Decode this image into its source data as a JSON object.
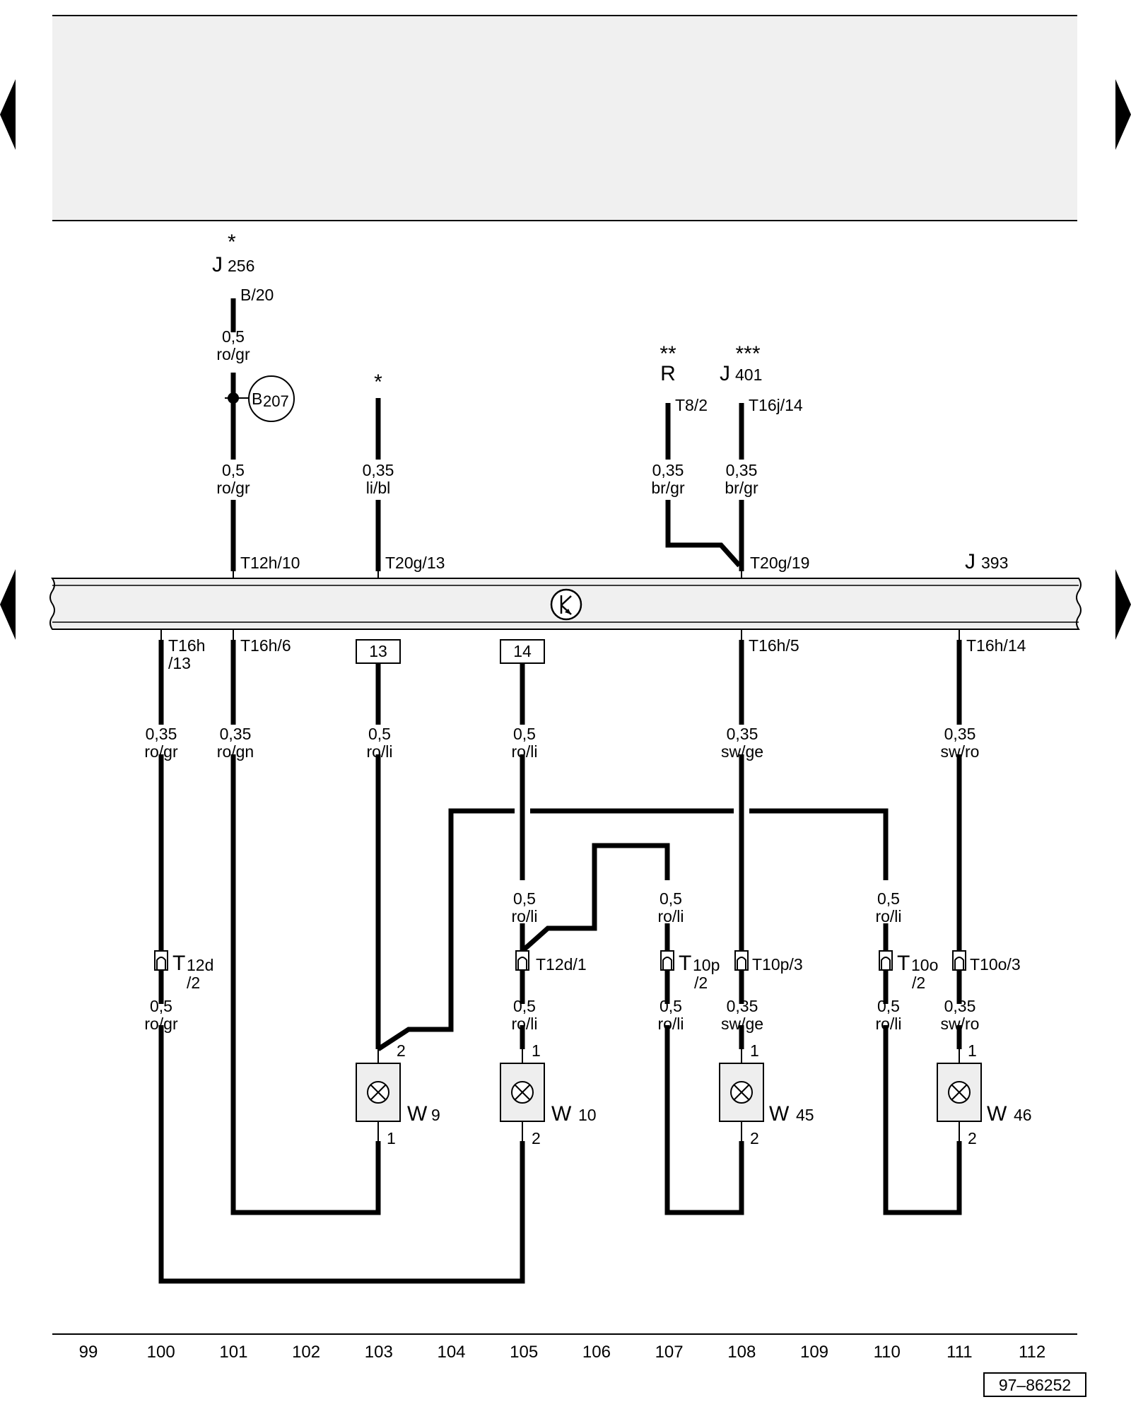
{
  "header_box": {},
  "nav": {
    "left_arrows": [
      "arrow-left",
      "arrow-left"
    ],
    "right_arrows": [
      "arrow-right",
      "arrow-right"
    ]
  },
  "components": {
    "j256": {
      "letter": "J",
      "num": "256",
      "star": "*",
      "pin": "B/20"
    },
    "b207": {
      "letter": "B",
      "num": "207"
    },
    "top_star": "*",
    "r": {
      "letter": "R",
      "star": "**",
      "pin": "T8/2"
    },
    "j401": {
      "letter": "J",
      "num": "401",
      "star": "***",
      "pin": "T16j/14"
    },
    "j393": {
      "letter": "J",
      "num": "393"
    },
    "w9": {
      "letter": "W",
      "num": "9"
    },
    "w10": {
      "letter": "W",
      "num": "10"
    },
    "w45": {
      "letter": "W",
      "num": "45"
    },
    "w46": {
      "letter": "W",
      "num": "46"
    }
  },
  "wires": {
    "j256_top": [
      "0,5",
      "ro/gr"
    ],
    "j256_bottom": [
      "0,5",
      "ro/gr"
    ],
    "libl": [
      "0,35",
      "li/bl"
    ],
    "r_wire": [
      "0,35",
      "br/gr"
    ],
    "j401_wire": [
      "0,35",
      "br/gr"
    ],
    "c100": [
      "0,35",
      "ro/gr"
    ],
    "c101": [
      "0,35",
      "ro/gn"
    ],
    "c103": [
      "0,5",
      "ro/li"
    ],
    "c105": [
      "0,5",
      "ro/li"
    ],
    "c108": [
      "0,35",
      "sw/ge"
    ],
    "c111": [
      "0,35",
      "sw/ro"
    ],
    "c105_lower": [
      "0,5",
      "ro/li"
    ],
    "c107": [
      "0,5",
      "ro/li"
    ],
    "c110": [
      "0,5",
      "ro/li"
    ],
    "c100_bot": [
      "0,5",
      "ro/gr"
    ],
    "c105_bot": [
      "0,5",
      "ro/li"
    ],
    "c107_bot": [
      "0,5",
      "ro/li"
    ],
    "c108_bot": [
      "0,35",
      "sw/ge"
    ],
    "c110_bot": [
      "0,5",
      "ro/li"
    ],
    "c111_bot": [
      "0,35",
      "sw/ro"
    ]
  },
  "pins": {
    "t12h10": "T12h/10",
    "t20g13": "T20g/13",
    "t20g19": "T20g/19",
    "t16h13": [
      "T16h",
      "/13"
    ],
    "t16h6": "T16h/6",
    "t16h5": "T16h/5",
    "t16h14": "T16h/14",
    "box13": "13",
    "box14": "14",
    "t12d2": [
      "T",
      "12d",
      "/2"
    ],
    "t12d1": "T12d/1",
    "t10p2": [
      "T",
      "10p",
      "/2"
    ],
    "t10p3": "T10p/3",
    "t10o2": [
      "T",
      "10o",
      "/2"
    ],
    "t10o3": "T10o/3",
    "w9_top": "2",
    "w9_bot": "1",
    "w10_top": "1",
    "w10_bot": "2",
    "w45_top": "1",
    "w45_bot": "2",
    "w46_top": "1",
    "w46_bot": "2"
  },
  "axis": [
    "99",
    "100",
    "101",
    "102",
    "103",
    "104",
    "105",
    "106",
    "107",
    "108",
    "109",
    "110",
    "111",
    "112"
  ],
  "drawing_code": "97–86252"
}
